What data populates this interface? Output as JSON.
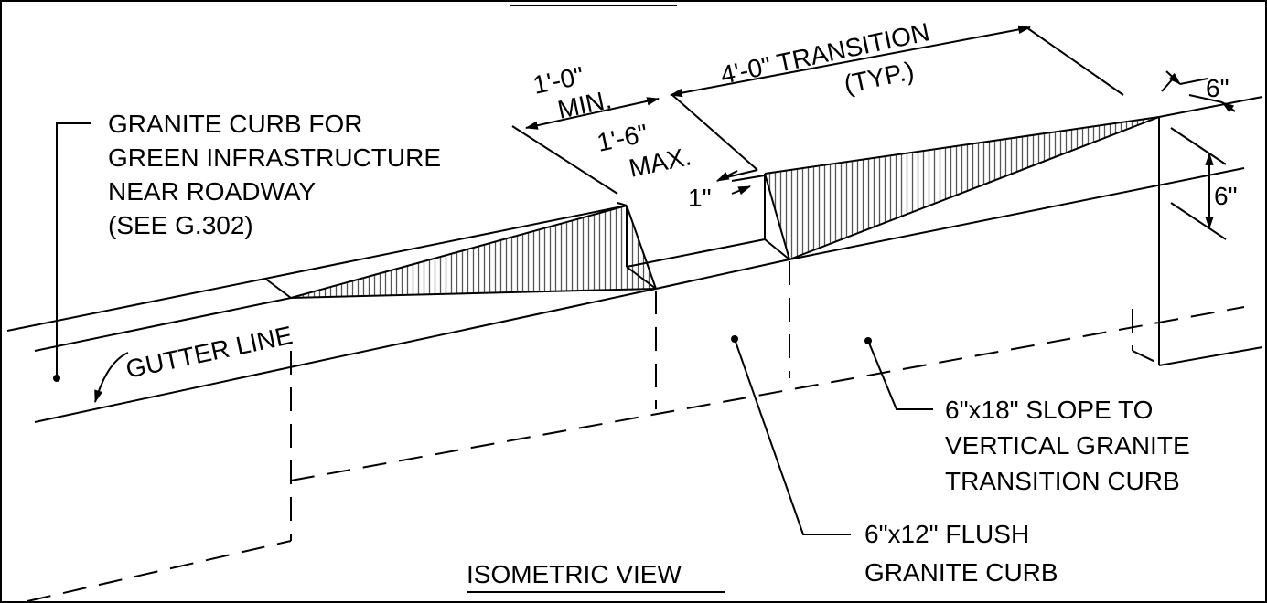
{
  "labels": {
    "granite_curb_note": [
      "GRANITE CURB FOR",
      "GREEN INFRASTRUCTURE",
      "NEAR ROADWAY",
      "(SEE G.302)"
    ],
    "gutter_line": "GUTTER LINE",
    "transition_curb_note": [
      "6\"x18\" SLOPE TO",
      "VERTICAL GRANITE",
      "TRANSITION CURB"
    ],
    "flush_curb_note": [
      "6\"x12\" FLUSH",
      "GRANITE CURB"
    ],
    "view_title": "ISOMETRIC VIEW"
  },
  "dimensions": {
    "min_gap": [
      "1'-0\"",
      "MIN."
    ],
    "max_gap": [
      "1'-6\"",
      "MAX."
    ],
    "transition": [
      "4'-0\" TRANSITION",
      "(TYP.)"
    ],
    "offset": "1\"",
    "curb_width": "6\"",
    "curb_height": "6\""
  }
}
